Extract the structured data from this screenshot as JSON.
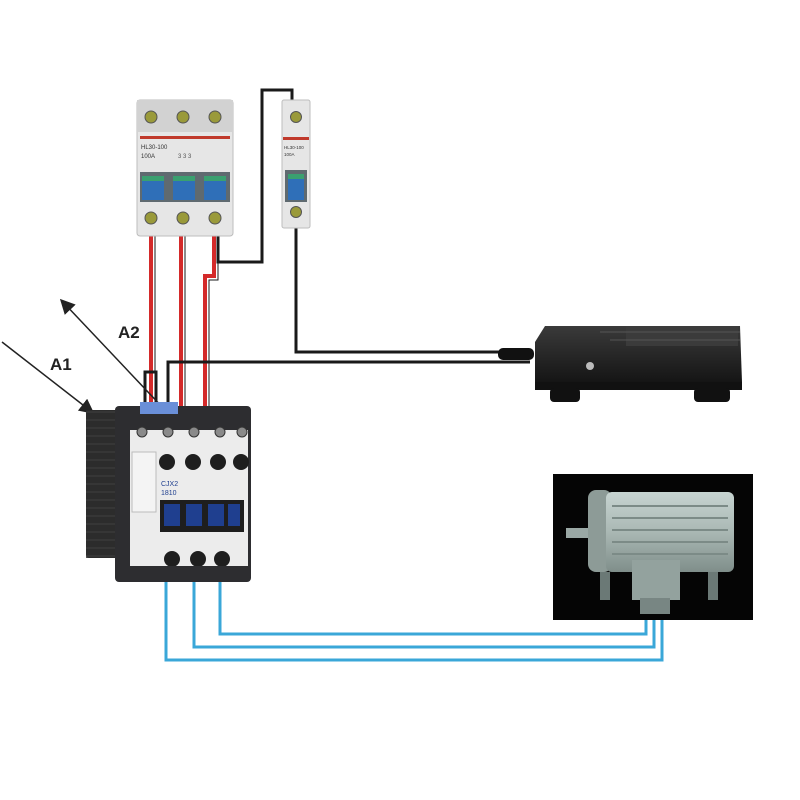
{
  "labels": {
    "a1": "A1",
    "a2": "A2"
  },
  "breaker_3p": {
    "model": "HL30-100",
    "rating": "100A",
    "sub": "3 3 3"
  },
  "breaker_1p": {
    "model": "HL30-100",
    "rating": "100A"
  },
  "contactor": {
    "model": "CJX2",
    "sub": "1810"
  },
  "colors": {
    "red_wire": "#d42a2a",
    "black_wire": "#1a1a1a",
    "blue_wire": "#3aa7d8",
    "breaker_handle": "#2f6fb8",
    "contactor_body": "#2b2b2e",
    "contactor_blue": "#1f3f8f",
    "motor_bg": "#050505",
    "motor_body": "#a9b8b4",
    "pedal_body": "#252525"
  },
  "icons": {
    "breaker_3p": "three-pole-breaker-icon",
    "breaker_1p": "single-pole-breaker-icon",
    "contactor": "contactor-icon",
    "pedal": "foot-pedal-switch-icon",
    "motor": "electric-motor-icon"
  }
}
